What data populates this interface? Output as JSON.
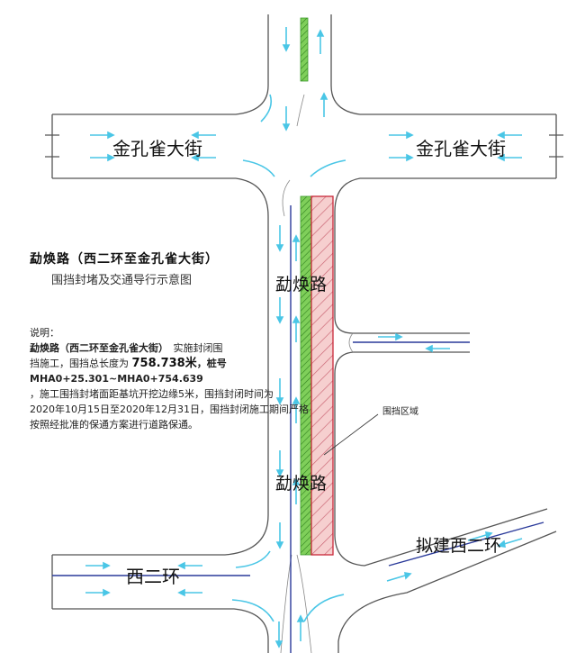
{
  "roads": {
    "jinkongque_west": "金孔雀大街",
    "jinkongque_east": "金孔雀大街",
    "xunhuan_upper": "勐焕路",
    "xunhuan_lower": "勐焕路",
    "xierhuan": "西二环",
    "planned_xierhuan": "拟建西二环"
  },
  "title": "勐焕路（西二环至金孔雀大街）",
  "subtitle": "围挡封堵及交通导行示意图",
  "notes": {
    "heading": "说明：",
    "line1_road": "勐焕路（西二环至金孔雀大街）",
    "line1_rest": "实施封闭围",
    "line2_a": "挡施工，围挡总长度为",
    "length": "758.738米",
    "line2_b": "，桩号MHA0+25.301~MHA0+754.639",
    "line3": "，施工围挡封堵面距基坑开挖边缘5米，围挡封闭时间为",
    "line4": "2020年10月15日至2020年12月31日，围挡封闭施工期间严格",
    "line5": "按照经批准的保通方案进行道路保通。"
  },
  "area_label": "围挡区域",
  "colors": {
    "road_outline": "#555555",
    "arrow": "#4ac6e6",
    "center_line": "#2a3a9a",
    "enclosure_fill": "#f4c6c6",
    "enclosure_hatch": "#d06070",
    "enclosure_border": "#c8283a",
    "green_strip": "#3a9a2a"
  }
}
